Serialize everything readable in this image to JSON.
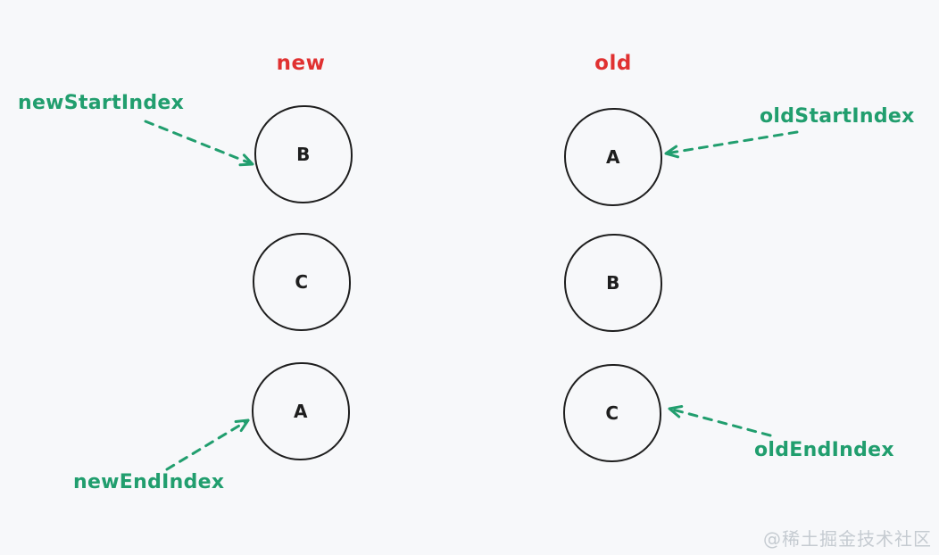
{
  "colors": {
    "background": "#f7f8fa",
    "accent_red": "#e03131",
    "accent_green": "#219e6e",
    "node_stroke": "#1e1e1e",
    "watermark_gray": "#c5cbd1"
  },
  "columns": {
    "new": {
      "title": "new",
      "items": [
        "B",
        "C",
        "A"
      ]
    },
    "old": {
      "title": "old",
      "items": [
        "A",
        "B",
        "C"
      ]
    }
  },
  "pointers": {
    "new_start": {
      "label": "newStartIndex"
    },
    "new_end": {
      "label": "newEndIndex"
    },
    "old_start": {
      "label": "oldStartIndex"
    },
    "old_end": {
      "label": "oldEndIndex"
    }
  },
  "watermark": {
    "text": "@稀土掘金技术社区"
  }
}
